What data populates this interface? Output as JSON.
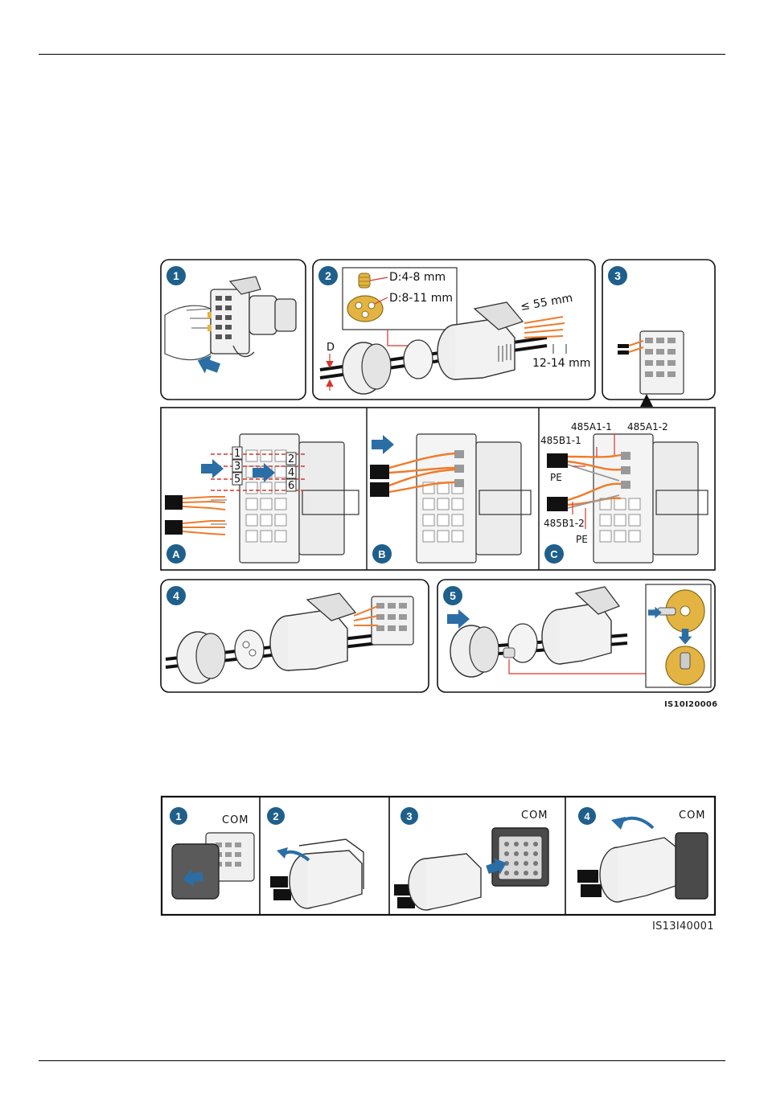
{
  "figure1": {
    "steps": [
      "1",
      "2",
      "3",
      "4",
      "5"
    ],
    "substeps": [
      "A",
      "B",
      "C"
    ],
    "step2": {
      "seal_small": "D:4-8 mm",
      "seal_large": "D:8-11 mm",
      "dim_d": "D",
      "strip_length": "≤ 55 mm",
      "insulation_length": "12-14 mm"
    },
    "stepA": {
      "pins": [
        "1",
        "2",
        "3",
        "4",
        "5",
        "6"
      ]
    },
    "stepC": {
      "pin_485A1_1": "485A1-1",
      "pin_485A1_2": "485A1-2",
      "pin_485B1_1": "485B1-1",
      "pin_485B1_2": "485B1-2",
      "pe_top": "PE",
      "pe_bottom": "PE"
    },
    "id": "IS10I20006"
  },
  "figure2": {
    "steps": [
      "1",
      "2",
      "3",
      "4"
    ],
    "port_label": "COM",
    "id": "IS13I40001"
  },
  "colors": {
    "step_badge": "#1f5f8b",
    "arrow": "#2b6ea6",
    "wire": "#f07b2a",
    "seal": "#e3b441",
    "guide_line": "#d9362b"
  }
}
